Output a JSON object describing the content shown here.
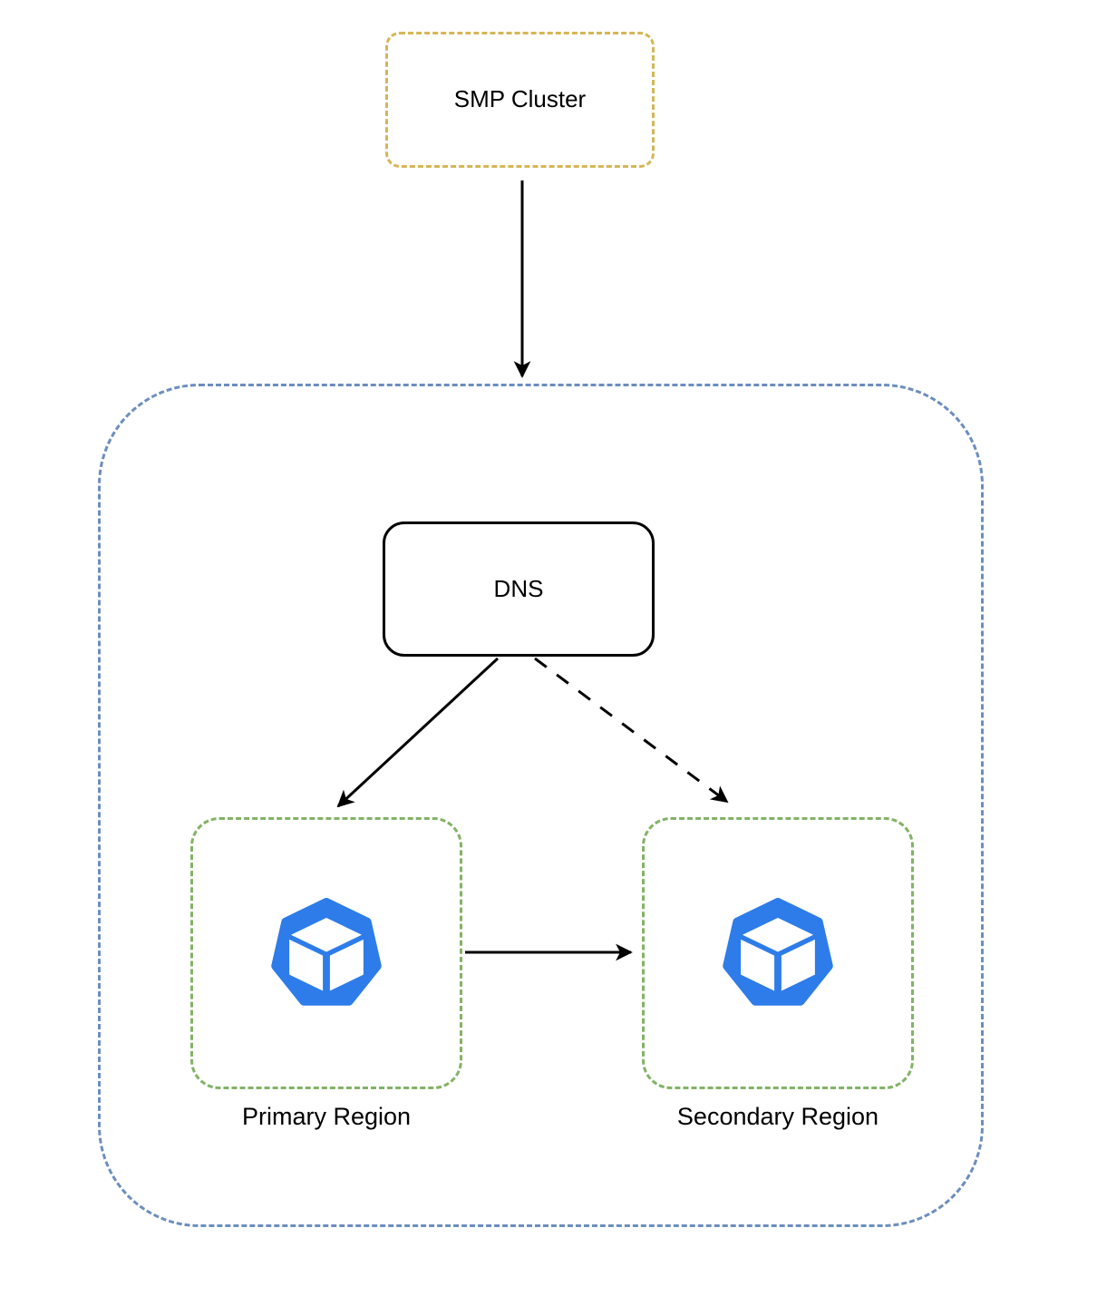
{
  "diagram": {
    "type": "architecture-diagram",
    "background_color": "#ffffff",
    "nodes": {
      "smp_cluster": {
        "label": "SMP Cluster",
        "shape": "rounded-rectangle",
        "border_style": "dashed",
        "border_color": "#D6B656"
      },
      "outer_container": {
        "label": "",
        "shape": "rounded-rectangle",
        "border_style": "dashed",
        "border_color": "#6C8EBF"
      },
      "dns": {
        "label": "DNS",
        "shape": "rounded-rectangle",
        "border_style": "solid",
        "border_color": "#000000"
      },
      "primary_region": {
        "label": "Primary Region",
        "shape": "rounded-rectangle",
        "border_style": "dashed",
        "border_color": "#82B366",
        "icon": "cube-heptagon-icon",
        "icon_color": "#2D7CE9"
      },
      "secondary_region": {
        "label": "Secondary Region",
        "shape": "rounded-rectangle",
        "border_style": "dashed",
        "border_color": "#82B366",
        "icon": "cube-heptagon-icon",
        "icon_color": "#2D7CE9"
      }
    },
    "edges": [
      {
        "from": "smp_cluster",
        "to": "outer_container",
        "style": "solid",
        "arrow": "end",
        "color": "#000000"
      },
      {
        "from": "dns",
        "to": "primary_region",
        "style": "solid",
        "arrow": "end",
        "color": "#000000"
      },
      {
        "from": "dns",
        "to": "secondary_region",
        "style": "dashed",
        "arrow": "end",
        "color": "#000000"
      },
      {
        "from": "primary_region",
        "to": "secondary_region",
        "style": "solid",
        "arrow": "end",
        "color": "#000000"
      }
    ]
  }
}
